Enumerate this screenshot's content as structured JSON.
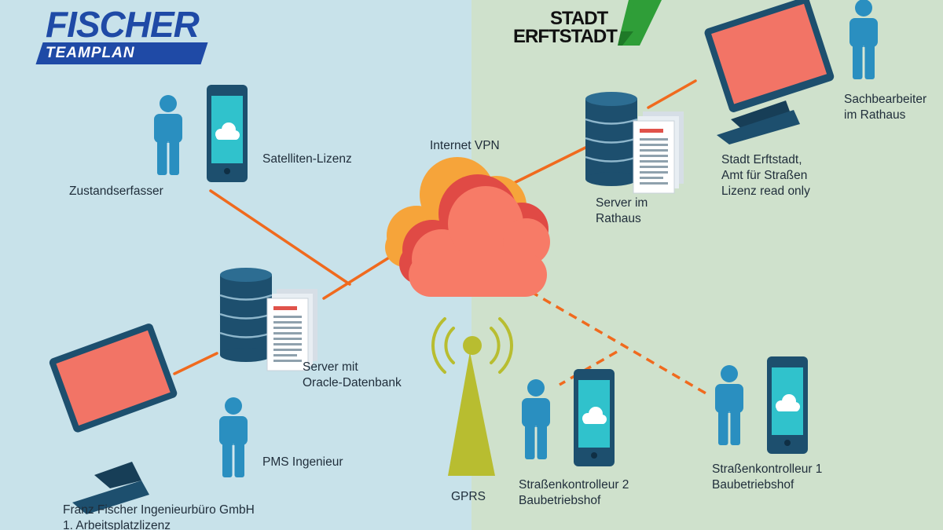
{
  "logos": {
    "fischer_main": "FISCHER",
    "fischer_sub": "TEAMPLAN",
    "stadt_line1": "STADT",
    "stadt_line2": "ERFTSTADT"
  },
  "labels": {
    "zustandserfasser": "Zustandserfasser",
    "satelliten_lizenz": "Satelliten-Lizenz",
    "internet_vpn": "Internet VPN",
    "server_rathaus_1": "Server im",
    "server_rathaus_2": "Rathaus",
    "stadt_1": "Stadt Erftstadt,",
    "stadt_2": "Amt für Straßen",
    "stadt_3": "Lizenz read only",
    "sachbearbeiter_1": "Sachbearbeiter",
    "sachbearbeiter_2": "im Rathaus",
    "server_oracle_1": "Server mit",
    "server_oracle_2": "Oracle-Datenbank",
    "pms_ingenieur": "PMS Ingenieur",
    "franz_1": "Franz Fischer Ingenieurbüro GmbH",
    "franz_2": "1. Arbeitsplatzlizenz",
    "gprs": "GPRS",
    "kontrolleur2_1": "Straßenkontrolleur 2",
    "kontrolleur2_2": "Baubetriebshof",
    "kontrolleur1_1": "Straßenkontrolleur 1",
    "kontrolleur1_2": "Baubetriebshof"
  },
  "colors": {
    "left_background": "#c8e2ea",
    "right_background": "#cfe1cc",
    "person": "#2a8fc0",
    "connection": "#f06a1e",
    "screen": "#f27466",
    "device_frame": "#1d4f6e",
    "cloud_front": "#f77b67",
    "cloud_mid": "#e04a45",
    "cloud_back": "#f6a43a",
    "tower": "#b8bd30",
    "fischer_blue": "#1f4aa6",
    "stadt_green": "#2f9e38"
  }
}
